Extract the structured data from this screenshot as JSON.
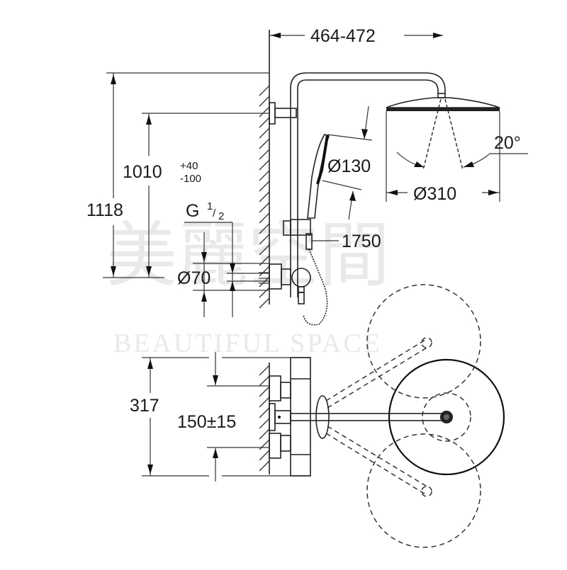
{
  "diagram": {
    "title": "Shower system dimensional drawing",
    "colors": {
      "line": "#222222",
      "background": "#ffffff",
      "watermark": "#d8d8d8"
    },
    "dimensions": {
      "arm_reach": "464-472",
      "total_height": "1118",
      "bar_height_main": "1010",
      "bar_height_tol_plus": "+40",
      "bar_height_tol_minus": "-100",
      "thread_prefix": "G",
      "thread_num": "1",
      "thread_den": "2",
      "flange_diameter": "Ø70",
      "hand_shower_diameter": "Ø130",
      "hose_length": "1750",
      "head_shower_diameter": "Ø310",
      "spray_angle": "20°",
      "mixer_height": "317",
      "inlet_spacing": "150±15"
    },
    "watermark": {
      "chinese": "美麗空間",
      "english": "BEAUTIFUL SPACE"
    }
  }
}
